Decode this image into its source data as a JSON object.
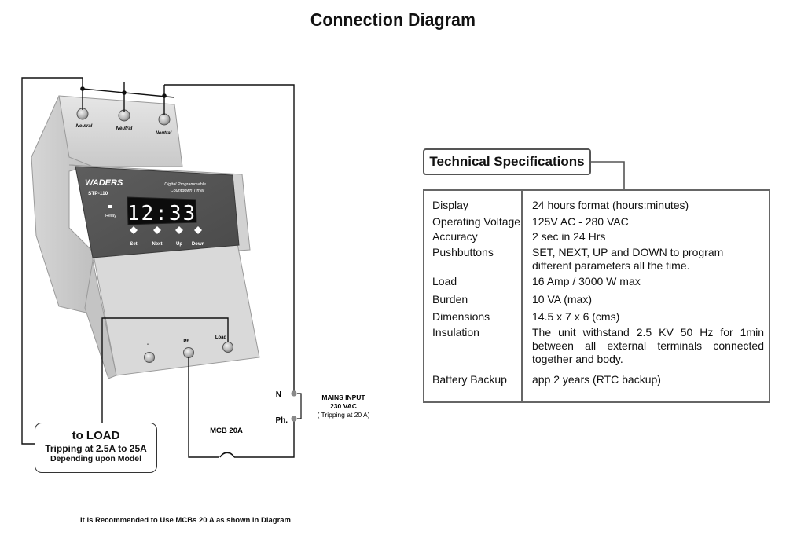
{
  "page": {
    "title": "Connection Diagram"
  },
  "device": {
    "brand": "WADERS",
    "model": "STP-110",
    "subtitle_line1": "Digital Programmable",
    "subtitle_line2": "Countdown Timer",
    "display_time": "12:33",
    "relay_label": "Relay",
    "buttons": [
      "Set",
      "Next",
      "Up",
      "Down"
    ],
    "top_terminals": [
      "Neutral",
      "Neutral",
      "Neutral"
    ],
    "bottom_terminals": [
      "-",
      "Ph.",
      "Load"
    ]
  },
  "mains": {
    "n_label": "N",
    "ph_label": "Ph.",
    "line1": "MAINS INPUT",
    "line2": "230 VAC",
    "line3": "( Tripping at 20 A)"
  },
  "mcb": {
    "label": "MCB 20A"
  },
  "load_box": {
    "title": "to LOAD",
    "tripping": "Tripping at 2.5A to 25A",
    "depending": "Depending upon Model"
  },
  "specs": {
    "title": "Technical Specifications",
    "rows": [
      {
        "label": "Display",
        "value": "24 hours format (hours:minutes)"
      },
      {
        "label": "Operating Voltage",
        "value": "125V AC - 280 VAC"
      },
      {
        "label": "Accuracy",
        "value": "2 sec in 24 Hrs"
      },
      {
        "label": "Pushbuttons",
        "value": "SET, NEXT, UP and DOWN to program different parameters all the time."
      },
      {
        "label": "Load",
        "value": "16 Amp / 3000 W max"
      },
      {
        "label": "Burden",
        "value": "10 VA (max)"
      },
      {
        "label": "Dimensions",
        "value": "14.5 x 7 x 6 (cms)"
      },
      {
        "label": "Insulation",
        "value": "The unit withstand 2.5 KV 50 Hz for 1min between all external terminals connected together and body."
      },
      {
        "label": "Battery Backup",
        "value": "app 2 years (RTC backup)"
      }
    ]
  },
  "footnote": "It is Recommended to Use MCBs 20 A as shown in Diagram"
}
